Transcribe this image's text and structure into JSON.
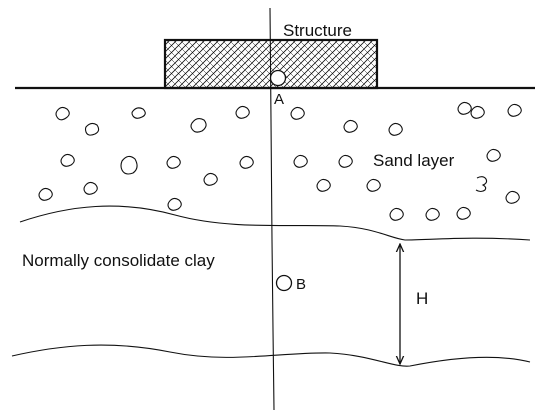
{
  "labels": {
    "structure": "Structure",
    "point_a": "A",
    "point_b": "B",
    "sand_layer": "Sand layer",
    "clay_layer": "Normally consolidate clay",
    "thickness": "H"
  },
  "colors": {
    "ink": "#111111",
    "background": "#ffffff"
  }
}
